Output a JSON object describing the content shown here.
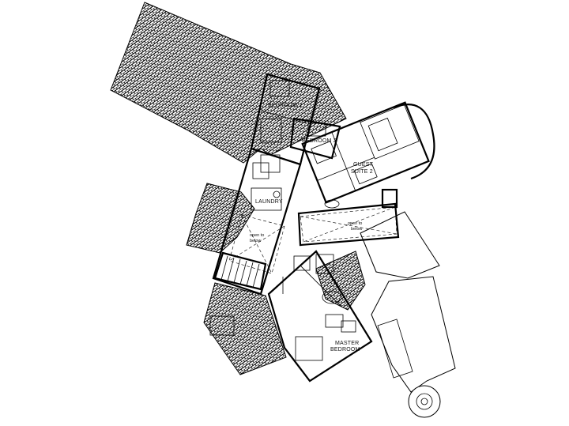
{
  "labels": {
    "bedroom1": "BEDROOM 1",
    "bedroom2": "BEDROOM 2",
    "guest_line1": "GUEST",
    "guest_line2": "SUITE 2",
    "laundry": "LAUNDRY",
    "open1_line1": "open to",
    "open1_line2": "below",
    "open2_line1": "open to",
    "open2_line2": "below",
    "master_line1": "MASTER",
    "master_line2": "BEDROOM"
  },
  "colors": {
    "ink": "#000000",
    "paper": "#ffffff"
  }
}
